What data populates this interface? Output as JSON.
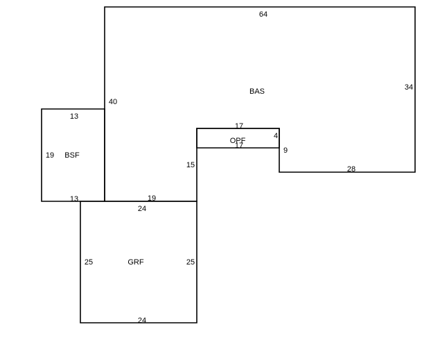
{
  "colors": {
    "background": "#ffffff",
    "line": "#000000",
    "text": "#000000"
  },
  "areas": {
    "bas": {
      "label": "BAS",
      "dims": {
        "top": "64",
        "right": "34",
        "bottom": "28",
        "inner_right": "9",
        "inner_bottom": "17",
        "inner_left": "15",
        "lower_edge": "19",
        "left": "40"
      }
    },
    "opf": {
      "label": "OPF",
      "dims": {
        "top": "17",
        "bottom": "17",
        "right": "4"
      }
    },
    "bsf": {
      "label": "BSF",
      "dims": {
        "top": "13",
        "left": "19",
        "bottom": "13"
      }
    },
    "grf": {
      "label": "GRF",
      "dims": {
        "top": "24",
        "left": "25",
        "right": "25",
        "bottom": "24"
      }
    }
  }
}
